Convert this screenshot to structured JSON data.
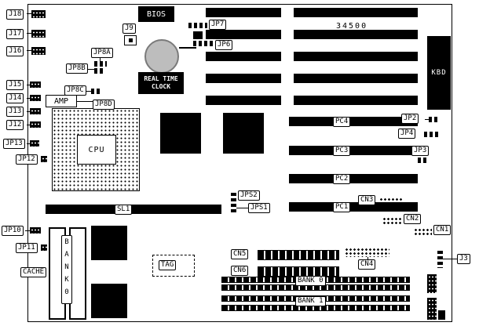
{
  "labels": {
    "j18": "J18",
    "j17": "J17",
    "j16": "J16",
    "j15": "J15",
    "j14": "J14",
    "j13": "J13",
    "j12": "J12",
    "jp13": "JP13",
    "jp12": "JP12",
    "jp10": "JP10",
    "jp11": "JP11",
    "cache": "CACHE",
    "amp": "AMP",
    "jp8a": "JP8A",
    "jp8b": "JP8B",
    "jp8c": "JP8C",
    "jp8d": "JP8D",
    "j9": "J9",
    "bios": "BIOS",
    "jp7": "JP7",
    "jp6": "JP6",
    "board_number": "34500",
    "kbd": "KBD",
    "rtc": "REAL TIME CLOCK",
    "cpu": "CPU",
    "pc4": "PC4",
    "pc3": "PC3",
    "pc2": "PC2",
    "pc1": "PC1",
    "jp2": "JP2",
    "jp4": "JP4",
    "jp3": "JP3",
    "sl1": "SL1",
    "jps2": "JPS2",
    "jps1": "JPS1",
    "cn1": "CN1",
    "cn2": "CN2",
    "cn3": "CN3",
    "cn4": "CN4",
    "cn5": "CN5",
    "cn6": "CN6",
    "tag": "TAG",
    "bank0_vertical": "BANK0",
    "bank0": "BANK 0",
    "bank1": "BANK 1",
    "j3": "J3"
  },
  "colors": {
    "component": "#000000",
    "board": "#ffffff",
    "battery": "#bdbdbd"
  }
}
